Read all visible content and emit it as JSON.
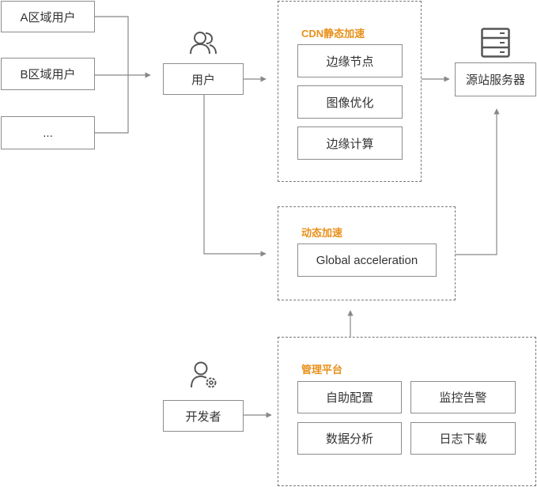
{
  "users": {
    "region_a": "A区域用户",
    "region_b": "B区域用户",
    "more": "...",
    "user": "用户",
    "developer": "开发者"
  },
  "cdn": {
    "title": "CDN静态加速",
    "items": [
      "边缘节点",
      "图像优化",
      "边缘计算"
    ]
  },
  "origin": {
    "label": "源站服务器"
  },
  "dynamic": {
    "title": "动态加速",
    "item": "Global acceleration"
  },
  "management": {
    "title": "管理平台",
    "items": [
      "自助配置",
      "监控告警",
      "数据分析",
      "日志下载"
    ]
  },
  "colors": {
    "accent": "#e8901a",
    "border": "#8c8c8c",
    "line": "#888888",
    "text": "#333333"
  },
  "icons": {
    "user": "users-icon",
    "developer": "user-settings-icon",
    "server": "server-icon"
  }
}
